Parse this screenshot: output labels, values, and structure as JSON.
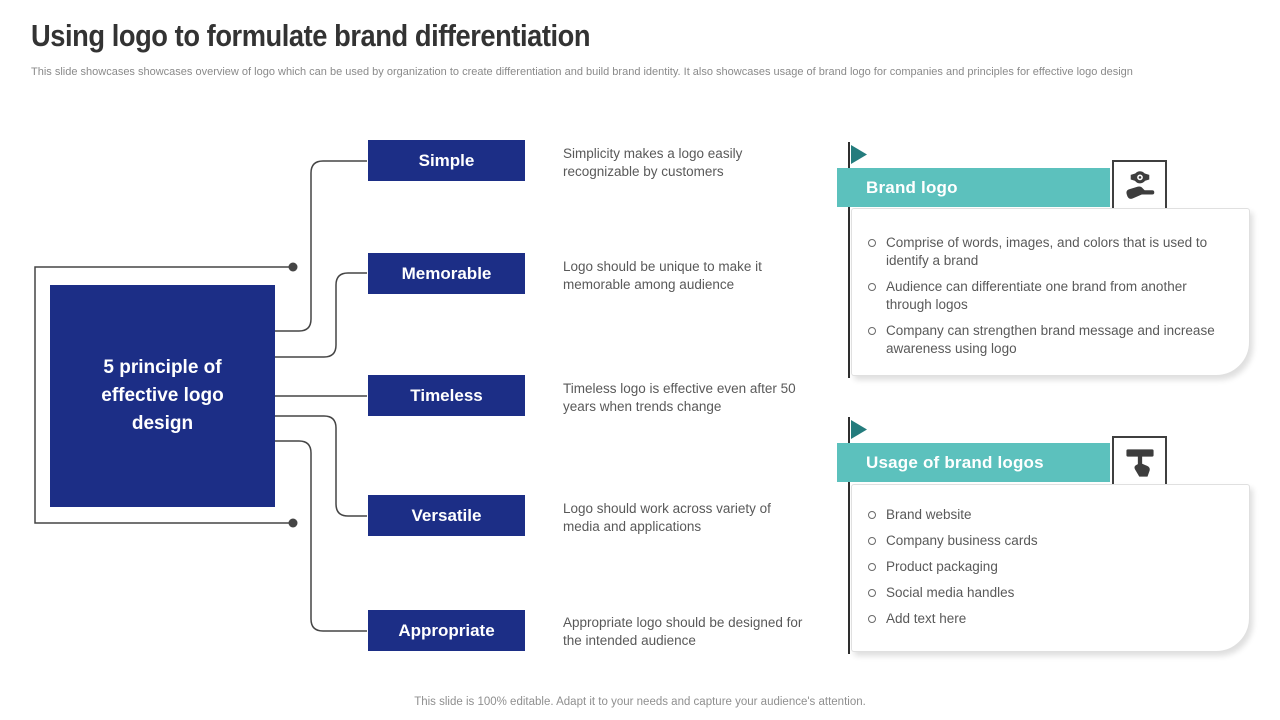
{
  "slide": {
    "title": "Using logo to formulate brand differentiation",
    "subtitle": "This slide showcases showcases overview of logo which can be used by organization to create differentiation and build brand identity. It also showcases usage of brand logo for companies and principles for effective logo design",
    "footer": "This slide is 100% editable. Adapt it to your needs and capture your audience's attention."
  },
  "center_box": {
    "label": "5 principle of effective logo design"
  },
  "principles": [
    {
      "label": "Simple",
      "desc": "Simplicity makes a logo easily recognizable by customers"
    },
    {
      "label": "Memorable",
      "desc": "Logo should be unique to make it memorable among audience"
    },
    {
      "label": "Timeless",
      "desc": "Timeless logo is effective even after 50 years when trends change"
    },
    {
      "label": "Versatile",
      "desc": "Logo should work across variety of media and applications"
    },
    {
      "label": "Appropriate",
      "desc": "Appropriate logo should be designed for the intended audience"
    }
  ],
  "panels": [
    {
      "title": "Brand logo",
      "icon": "hand-holding-badge-icon",
      "bullets": [
        "Comprise of words, images, and colors that is used to identify a brand",
        "Audience can differentiate one brand from another through logos",
        "Company can strengthen brand message and increase awareness using logo"
      ]
    },
    {
      "title": "Usage of brand logos",
      "icon": "tap-gesture-icon",
      "bullets": [
        "Brand website",
        "Company business cards",
        "Product packaging",
        "Social media handles",
        "Add text here"
      ]
    }
  ],
  "colors": {
    "blue": "#1c2e86",
    "teal": "#5cc1bd",
    "teal-dark": "#247c7d",
    "line": "#454545",
    "txt": "#595959"
  }
}
